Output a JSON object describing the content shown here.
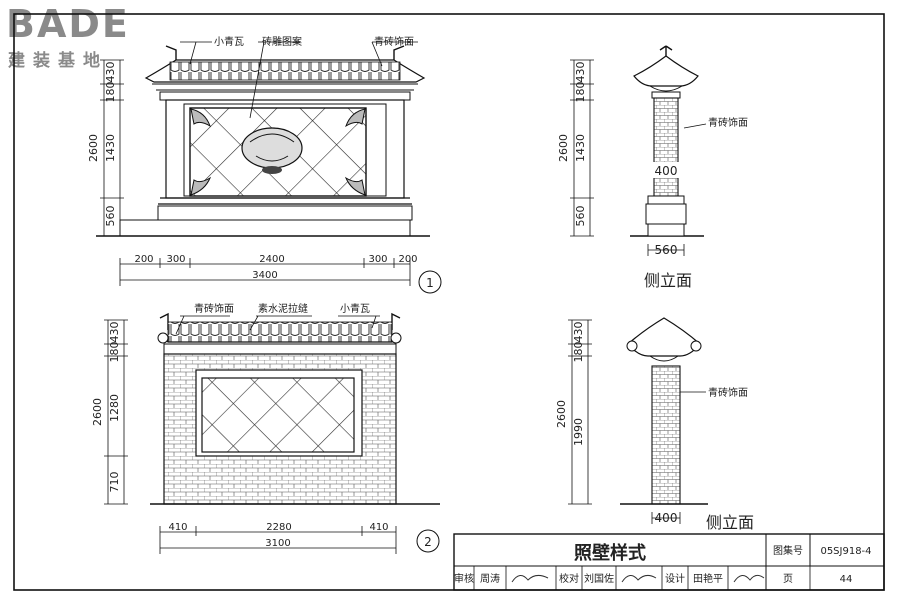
{
  "logo": {
    "name": "BADE",
    "subtitle": "建装基地"
  },
  "view1": {
    "callouts": [
      "小青瓦",
      "砖雕图案",
      "青砖饰面"
    ],
    "vdims": [
      "430",
      "180",
      "1430",
      "560"
    ],
    "vtotal": "2600",
    "hdims": [
      "200",
      "300",
      "2400",
      "300",
      "200"
    ],
    "htotal": "3400",
    "number": "1"
  },
  "side1": {
    "vdims": [
      "430",
      "180",
      "1430",
      "560"
    ],
    "vtotal": "2600",
    "callout": "青砖饰面",
    "inner_dim": "400",
    "base_dim": "560",
    "caption": "侧立面"
  },
  "view2": {
    "callouts": [
      "青砖饰面",
      "素水泥拉缝",
      "小青瓦"
    ],
    "vdims": [
      "430",
      "180",
      "1280",
      "710"
    ],
    "vtotal": "2600",
    "hdims": [
      "410",
      "2280",
      "410"
    ],
    "htotal": "3100",
    "number": "2"
  },
  "side2": {
    "vdims": [
      "430",
      "180",
      "1990"
    ],
    "vtotal": "2600",
    "callout": "青砖饰面",
    "base_dim": "400",
    "caption": "侧立面"
  },
  "title_block": {
    "title": "照壁样式",
    "atlas_label": "图集号",
    "atlas_no": "05SJ918-4",
    "review_label": "审核",
    "reviewer": "周涛",
    "check_label": "校对",
    "checker": "刘国佐",
    "design_label": "设计",
    "designer": "田艳平",
    "page_label": "页",
    "page_no": "44"
  }
}
